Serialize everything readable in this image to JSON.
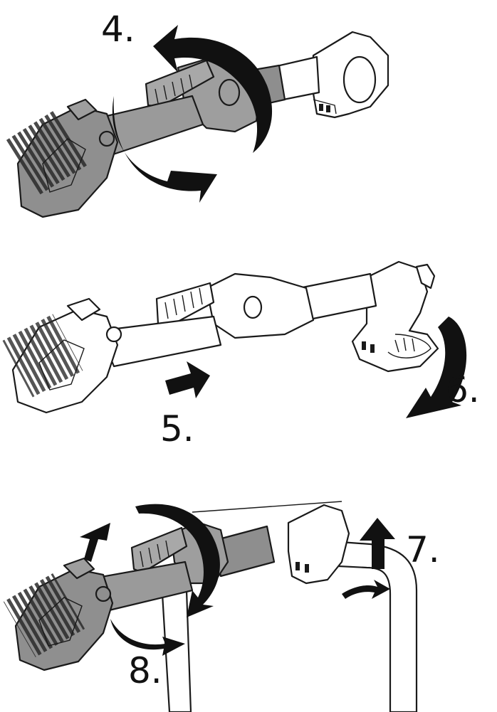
{
  "steps": [
    {
      "id": "4",
      "label": "4."
    },
    {
      "id": "5",
      "label": "5."
    },
    {
      "id": "6",
      "label": "6."
    },
    {
      "id": "7",
      "label": "7."
    },
    {
      "id": "8",
      "label": "8."
    }
  ],
  "colors": {
    "part_grey": "#9b9b9b",
    "part_dark": "#7d7d7d",
    "part_white": "#ffffff",
    "outline": "#1a1a1a",
    "arrow": "#111111"
  }
}
